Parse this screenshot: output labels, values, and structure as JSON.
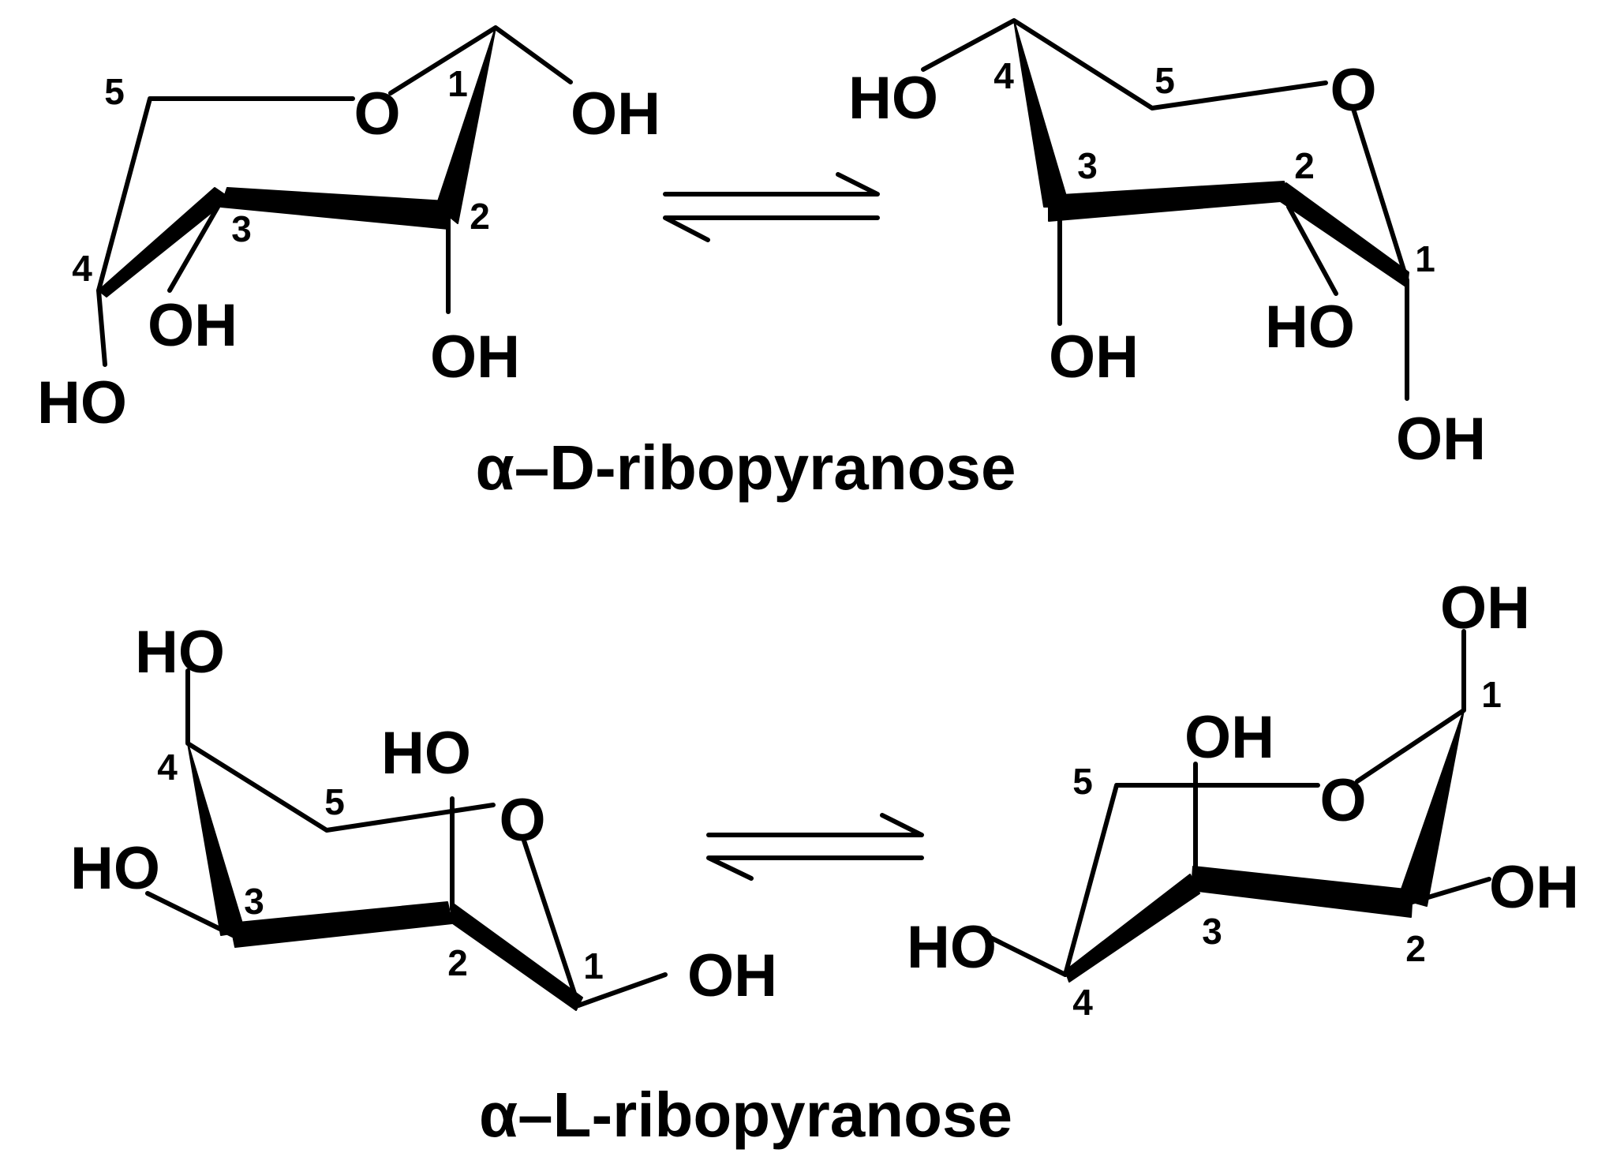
{
  "structures": [
    {
      "title": "α–D-ribopyranose",
      "left_conformer": {
        "ring_oxygen": "O",
        "substituents": [
          "OH",
          "OH",
          "OH",
          "HO"
        ],
        "carbon_numbers": [
          "1",
          "2",
          "3",
          "4",
          "5"
        ]
      },
      "right_conformer": {
        "ring_oxygen": "O",
        "substituents": [
          "HO",
          "OH",
          "HO",
          "OH"
        ],
        "carbon_numbers": [
          "1",
          "2",
          "3",
          "4",
          "5"
        ]
      }
    },
    {
      "title": "α–L-ribopyranose",
      "left_conformer": {
        "ring_oxygen": "O",
        "substituents": [
          "HO",
          "HO",
          "HO",
          "OH"
        ],
        "carbon_numbers": [
          "1",
          "2",
          "3",
          "4",
          "5"
        ]
      },
      "right_conformer": {
        "ring_oxygen": "O",
        "substituents": [
          "OH",
          "OH",
          "OH",
          "HO"
        ],
        "carbon_numbers": [
          "1",
          "2",
          "3",
          "4",
          "5"
        ]
      }
    }
  ],
  "equilibrium_arrow": "equilibrium-arrow-icon"
}
